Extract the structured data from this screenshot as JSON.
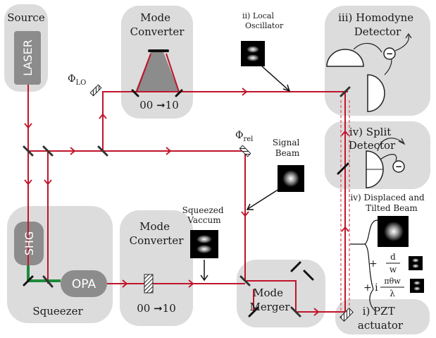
{
  "blocks": {
    "source": "Source",
    "laser": "LASER",
    "mode_converter_top": [
      "Mode",
      "Converter"
    ],
    "mode_converter_top_caption": "00 ➞10",
    "homodyne": [
      "iii) Homodyne",
      "Detector"
    ],
    "split": [
      "iv) Split",
      "Detector"
    ],
    "shg": "SHG",
    "opa": "OPA",
    "squeezer": "Squeezer",
    "mode_converter_bottom": [
      "Mode",
      "Converter"
    ],
    "mode_converter_bottom_caption": "00 ➞10",
    "mode_merger": [
      "Mode",
      "Merger"
    ],
    "pzt": [
      "i) PZT",
      "actuator"
    ]
  },
  "labels": {
    "phi_lo_main": "Φ",
    "phi_lo_sub": "LO",
    "phi_rel_main": "Φ",
    "phi_rel_sub": "rel",
    "local_oscillator": [
      "ii) Local",
      "Oscillator"
    ],
    "signal_beam": [
      "Signal",
      "Beam"
    ],
    "squeezed_vacuum": [
      "Squeezed",
      "Vaccum"
    ],
    "displaced": [
      "iv) Displaced and",
      "Tilted Beam"
    ]
  },
  "equation": {
    "row1_plus": "+",
    "row1_num": "d",
    "row1_den": "w",
    "row2_plus": "+ i",
    "row2_num": "πθw",
    "row2_den": "λ",
    "detector_sign": "−"
  },
  "colors": {
    "beam": "#c0142a",
    "beam_dashed": "#e3687a",
    "green_beam": "#1e8a3a",
    "box_fill": "#dcdcdc",
    "inner_fill": "#8c8c8c"
  }
}
